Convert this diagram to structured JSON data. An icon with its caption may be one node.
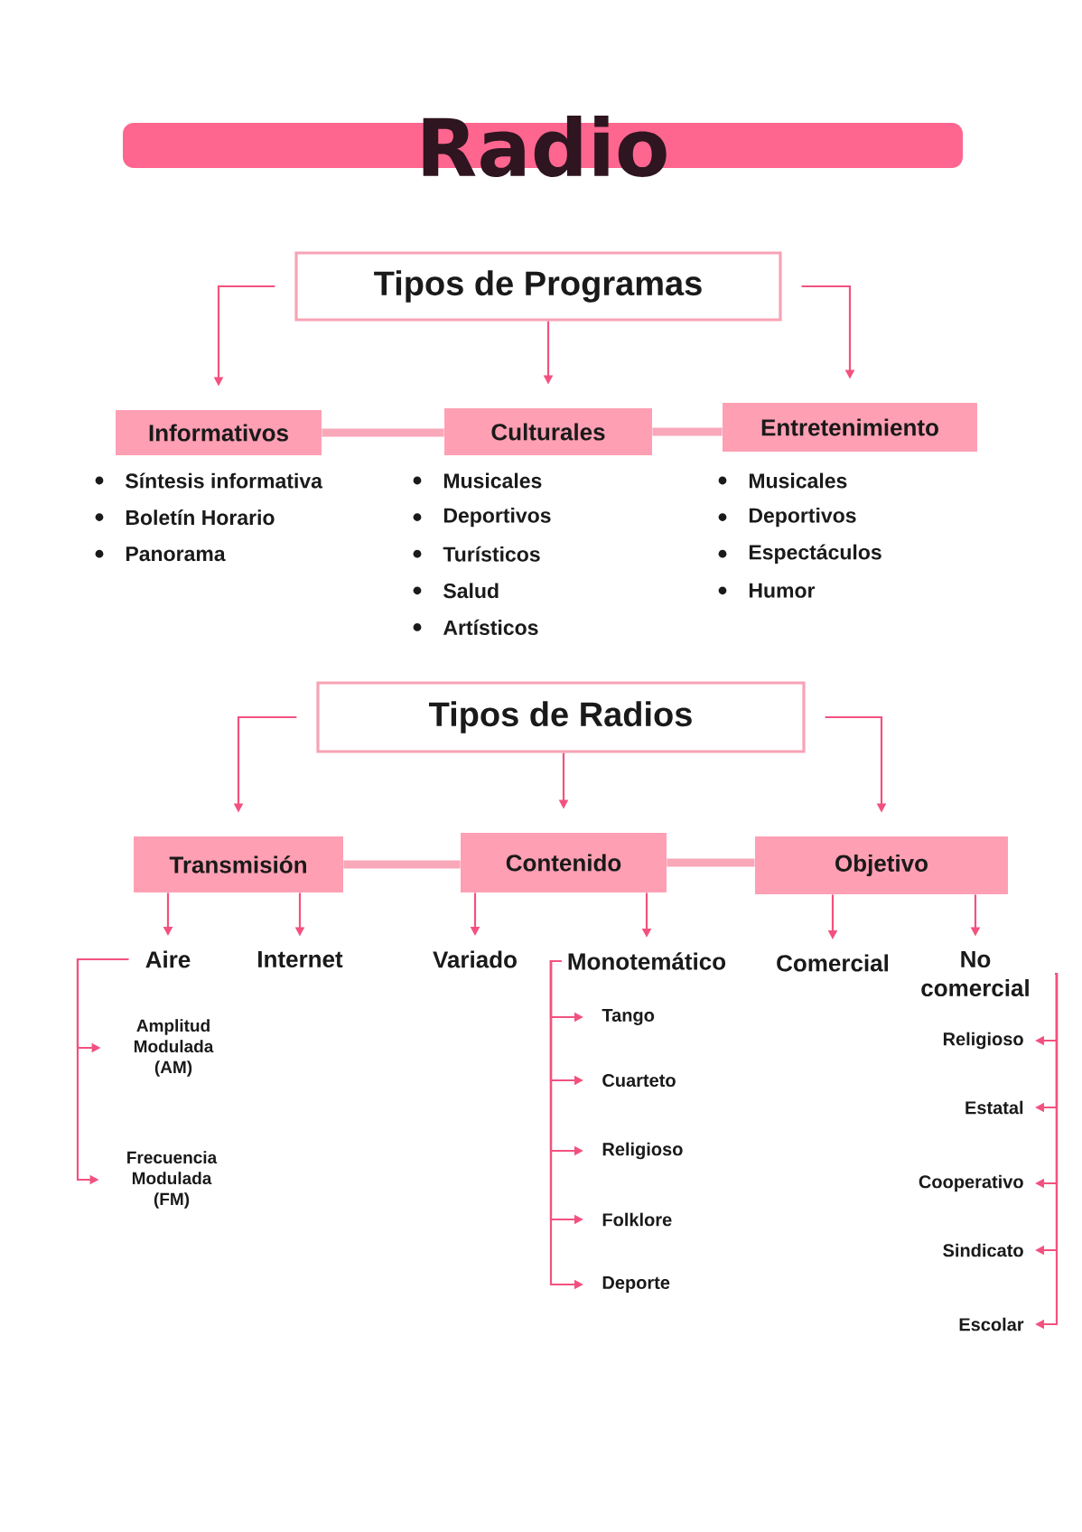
{
  "diagram": {
    "title": "Radio",
    "nodes": [
      {
        "text": [
          "Tipos de Programas"
        ]
      },
      {
        "text": [
          "Informativos"
        ],
        "beside": [
          "Síntesis informativa",
          "Boletín Horario",
          "Panorama"
        ]
      },
      {
        "text": [
          "Culturales"
        ],
        "beside": [
          "Musicales",
          "Deportivos",
          "Turísticos",
          "Salud",
          "Artísticos"
        ]
      },
      {
        "text": [
          "Entretenimiento"
        ],
        "beside": [
          "Musicales",
          "Deportivos",
          "Espectáculos",
          "Humor"
        ]
      },
      {
        "text": [
          "Tipos de Radios"
        ]
      },
      {
        "text": [
          "Transmisión"
        ]
      },
      {
        "text": [
          "Contenido"
        ]
      },
      {
        "text": [
          "Objetivo"
        ]
      },
      {
        "text": [
          "Aire"
        ]
      },
      {
        "text": [
          "Internet"
        ]
      },
      {
        "text": [
          "Variado"
        ]
      },
      {
        "text": [
          "Monotemático"
        ]
      },
      {
        "text": [
          "Comercial"
        ]
      },
      {
        "text": [
          "No comercial"
        ]
      },
      {
        "text": [
          "Amplitud Modulada (AM)"
        ]
      },
      {
        "text": [
          "Frecuencia Modulada (FM)"
        ]
      },
      {
        "text": [
          "Tango"
        ]
      },
      {
        "text": [
          "Cuarteto"
        ]
      },
      {
        "text": [
          "Religioso"
        ]
      },
      {
        "text": [
          "Folklore"
        ]
      },
      {
        "text": [
          "Deporte"
        ]
      },
      {
        "text": [
          "Religioso"
        ]
      },
      {
        "text": [
          "Estatal"
        ]
      },
      {
        "text": [
          "Cooperativo"
        ]
      },
      {
        "text": [
          "Sindicato"
        ]
      },
      {
        "text": [
          "Escolar"
        ]
      }
    ],
    "edges": [
      {
        "from": 0,
        "to": 1,
        "arrow": "to"
      },
      {
        "from": 0,
        "to": 2,
        "arrow": "to"
      },
      {
        "from": 0,
        "to": 3,
        "arrow": "to"
      },
      {
        "from": 1,
        "to": 2,
        "arrow": "none",
        "style": "thick",
        "color": "#f9a8b9"
      },
      {
        "from": 2,
        "to": 3,
        "arrow": "none",
        "style": "thick",
        "color": "#f9a8b9"
      },
      {
        "from": 4,
        "to": 5,
        "arrow": "to"
      },
      {
        "from": 4,
        "to": 6,
        "arrow": "to"
      },
      {
        "from": 4,
        "to": 7,
        "arrow": "to"
      },
      {
        "from": 5,
        "to": 6,
        "arrow": "none",
        "style": "thick",
        "color": "#f9a8b9"
      },
      {
        "from": 6,
        "to": 7,
        "arrow": "none",
        "style": "thick",
        "color": "#f9a8b9"
      },
      {
        "from": 5,
        "to": 8,
        "arrow": "to"
      },
      {
        "from": 5,
        "to": 9,
        "arrow": "to"
      },
      {
        "from": 6,
        "to": 10,
        "arrow": "to"
      },
      {
        "from": 6,
        "to": 11,
        "arrow": "to"
      },
      {
        "from": 7,
        "to": 12,
        "arrow": "to"
      },
      {
        "from": 7,
        "to": 13,
        "arrow": "to"
      },
      {
        "from": 8,
        "to": 14,
        "arrow": "to"
      },
      {
        "from": 8,
        "to": 15,
        "arrow": "to"
      },
      {
        "from": 11,
        "to": 16,
        "arrow": "to"
      },
      {
        "from": 11,
        "to": 17,
        "arrow": "to"
      },
      {
        "from": 11,
        "to": 18,
        "arrow": "to"
      },
      {
        "from": 11,
        "to": 19,
        "arrow": "to"
      },
      {
        "from": 11,
        "to": 20,
        "arrow": "to"
      },
      {
        "from": 13,
        "to": 21,
        "arrow": "to"
      },
      {
        "from": 13,
        "to": 22,
        "arrow": "to"
      },
      {
        "from": 13,
        "to": 23,
        "arrow": "to"
      },
      {
        "from": 13,
        "to": 24,
        "arrow": "to"
      },
      {
        "from": 13,
        "to": 25,
        "arrow": "to"
      }
    ]
  }
}
